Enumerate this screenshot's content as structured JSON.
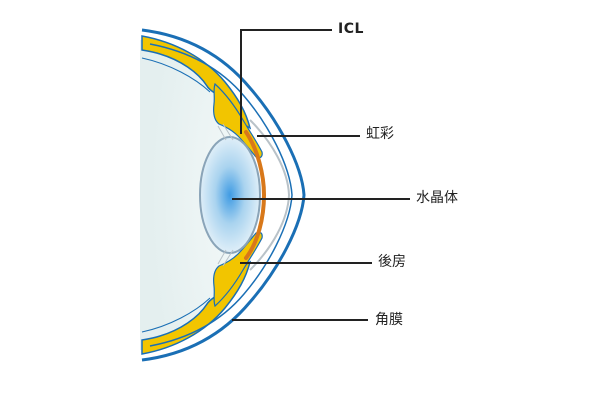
{
  "labels": {
    "icl": "ICL",
    "iris": "虹彩",
    "lens": "水晶体",
    "posterior_chamber": "後房",
    "cornea": "角膜"
  },
  "colors": {
    "cornea": "#1a6fb5",
    "sclera_fill": "#f2c500",
    "iris_fill": "#f2c500",
    "icl": "#d8781a",
    "lens_outline": "#8aa4b8",
    "lens_center": "#3f9be3",
    "eye_interior": "#e8f2f2",
    "leader_line": "#222222"
  }
}
